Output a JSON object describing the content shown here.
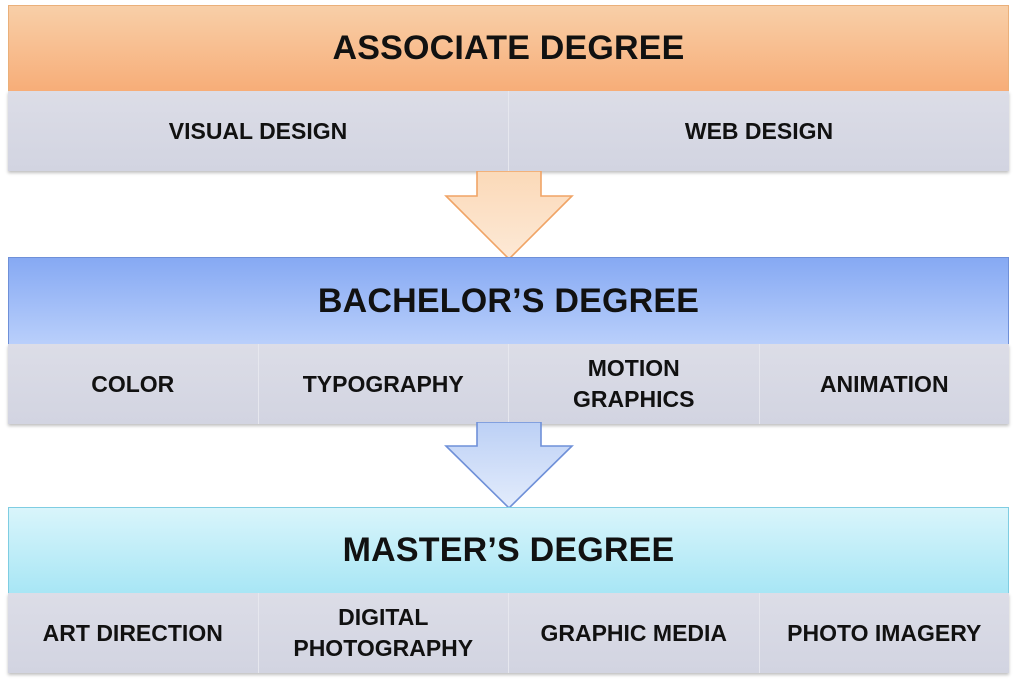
{
  "tiers": [
    {
      "title": "ASSOCIATE DEGREE",
      "items": [
        "VISUAL DESIGN",
        "WEB DESIGN"
      ]
    },
    {
      "title": "BACHELOR’S DEGREE",
      "items": [
        "COLOR",
        "TYPOGRAPHY",
        "MOTION\nGRAPHICS",
        "ANIMATION"
      ]
    },
    {
      "title": "MASTER’S DEGREE",
      "items": [
        "ART DIRECTION",
        "DIGITAL\nPHOTOGRAPHY",
        "GRAPHIC MEDIA",
        "PHOTO IMAGERY"
      ]
    }
  ],
  "colors": {
    "associate": "#f7ad78",
    "bachelor": "#86a9f3",
    "master": "#a8e6f5",
    "item_band": "#d6d8e3"
  },
  "icons": [
    "down-arrow-icon",
    "down-arrow-icon"
  ]
}
